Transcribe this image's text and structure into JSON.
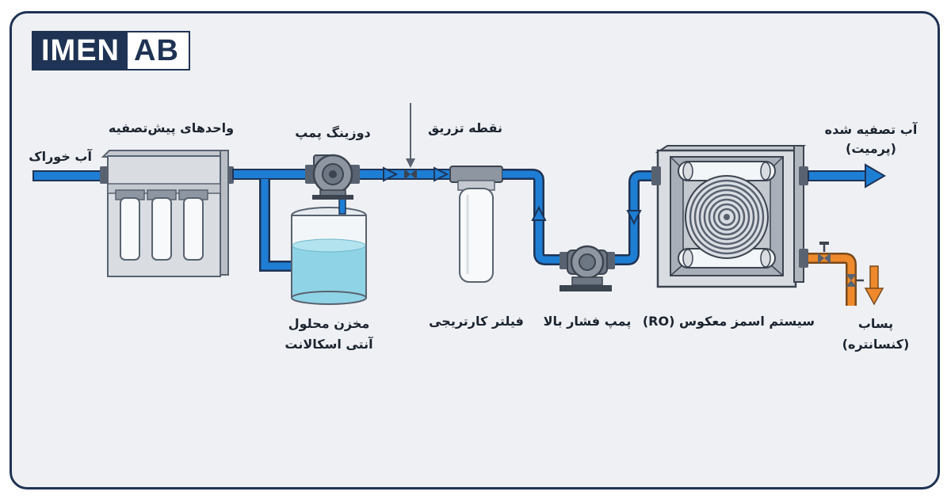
{
  "logo": {
    "part1": "IMEN",
    "part2": "AB"
  },
  "labels": {
    "feed_water": "آب خوراک",
    "pretreatment": "واحدهای پیش‌تصفیه",
    "dosing_pump": "دوزینگ پمپ",
    "injection_point": "نقطه تزریق",
    "tank_line1": "مخزن محلول",
    "tank_line2": "آنتی اسکالانت",
    "cartridge_filter": "فیلتر کارتریجی",
    "high_pressure_pump": "پمپ فشار بالا",
    "ro_system": "سیستم اسمز معکوس (RO)",
    "permeate_line1": "آب تصفیه شده",
    "permeate_line2": "(پرمیت)",
    "concentrate_line1": "پساب",
    "concentrate_line2": "(کنسانتره)"
  },
  "colors": {
    "border": "#1f3354",
    "pipe": "#1e7ed4",
    "pipe_dark": "#1f3354",
    "concentrate": "#ee8a2c",
    "equipment": "#d9dde2",
    "equipment_dark": "#596270",
    "solution": "#8fd4e6"
  }
}
